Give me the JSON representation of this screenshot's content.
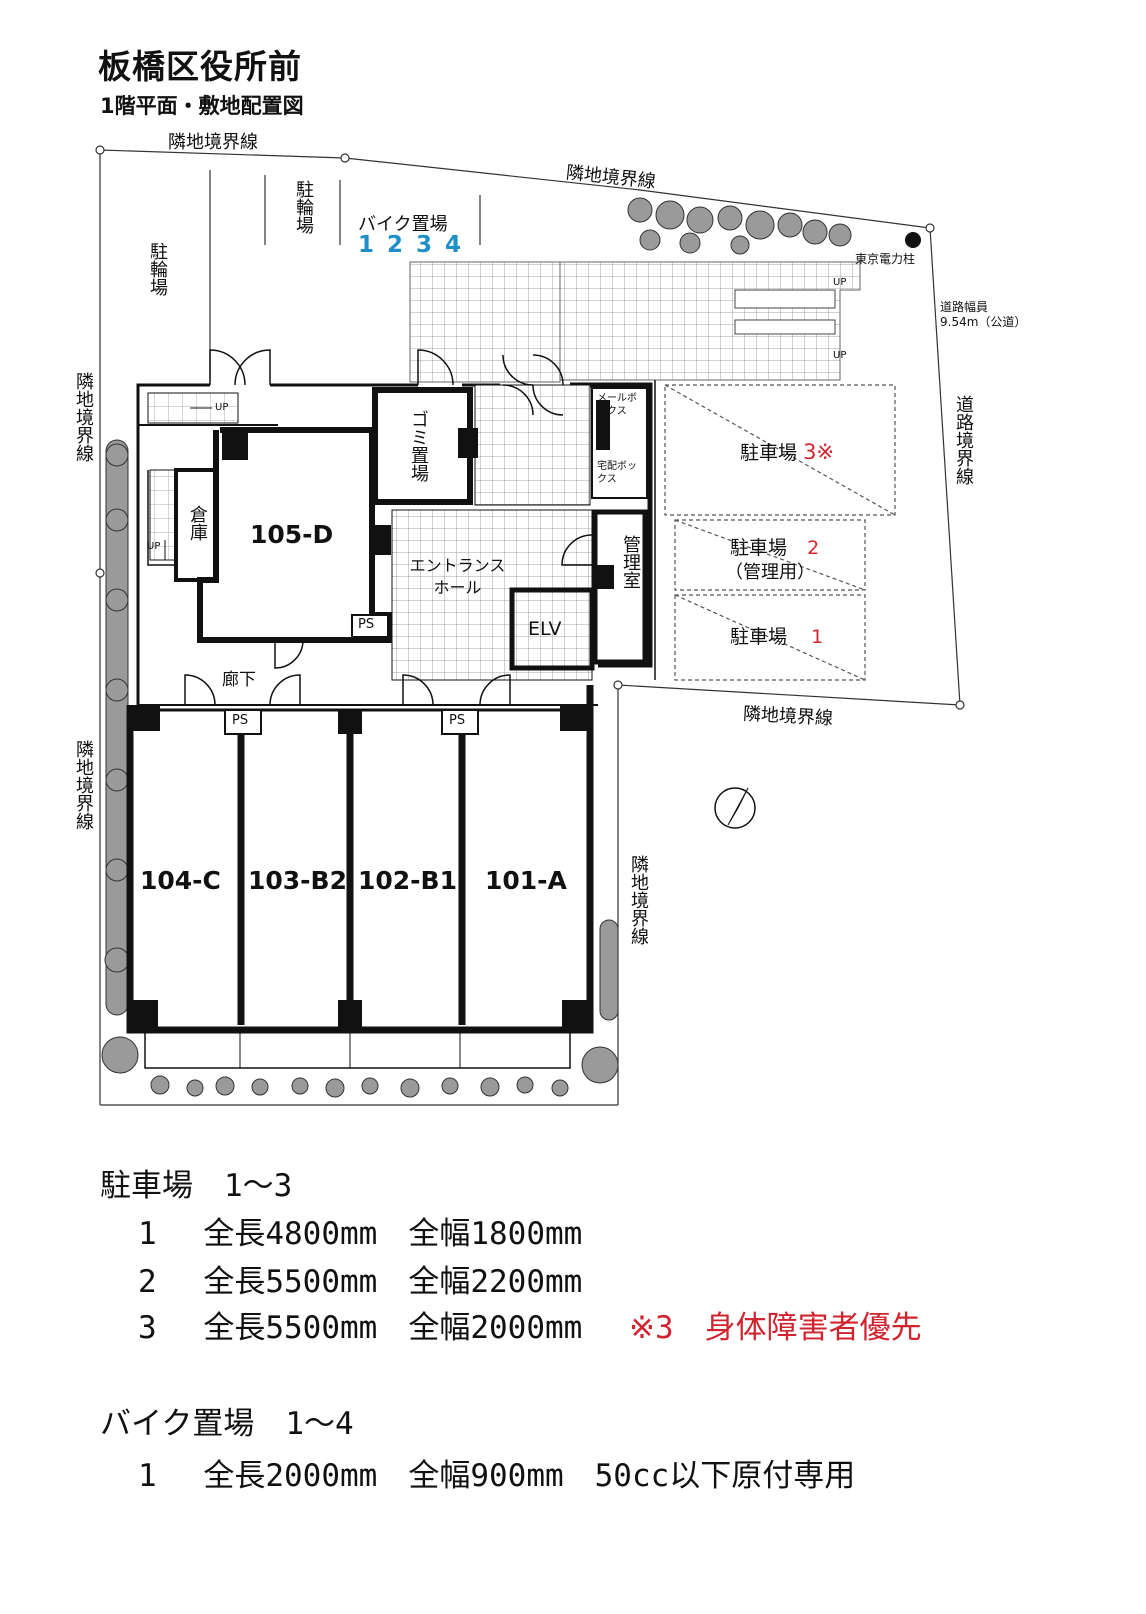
{
  "header": {
    "title": "板橋区役所前",
    "subtitle": "1階平面・敷地配置図"
  },
  "plan": {
    "boundary_labels": {
      "top_left": "隣地境界線",
      "top_right": "隣地境界線",
      "left_upper": "隣地境界線",
      "left_lower": "隣地境界線",
      "right_lower": "隣地境界線",
      "right_middle": "隣地境界線",
      "road": "道路境界線"
    },
    "bicycle_left": "駐輪場",
    "bicycle_top": "駐輪場",
    "bike_parking": {
      "label": "バイク置場",
      "numbers": [
        "1",
        "2",
        "3",
        "4"
      ]
    },
    "power_pole": "東京電力柱",
    "road_width_line1": "道路幅員",
    "road_width_line2": "9.54m（公道）",
    "up": "UP",
    "parking_spaces": [
      {
        "label": "駐車場",
        "number": "3※"
      },
      {
        "label": "駐車場",
        "sub": "（管理用）",
        "number": "2"
      },
      {
        "label": "駐車場",
        "number": "1"
      }
    ],
    "rooms": {
      "r105": "105-D",
      "r104": "104-C",
      "r103": "103-B2",
      "r102": "102-B1",
      "r101": "101-A",
      "storage": "倉庫",
      "garbage": "ゴミ置場",
      "entrance": "エントランスホール",
      "mailbox": "メールボックス",
      "delivery": "宅配ボックス",
      "office": "管理室",
      "elv": "ELV",
      "ps": "PS",
      "corridor": "廊下"
    }
  },
  "notes": {
    "parking_heading": "駐車場　1～3",
    "parking_rows": [
      {
        "num": "1",
        "text": "全長4800mm　全幅1800mm",
        "note": ""
      },
      {
        "num": "2",
        "text": "全長5500mm　全幅2200mm",
        "note": ""
      },
      {
        "num": "3",
        "text": "全長5500mm　全幅2000mm",
        "note": "※3　身体障害者優先"
      }
    ],
    "bike_heading": "バイク置場　1～4",
    "bike_rows": [
      {
        "num": "1",
        "text": "全長2000mm　全幅900mm　50cc以下原付専用"
      }
    ]
  },
  "colors": {
    "accent_red": "#d0252f",
    "accent_blue": "#1f8fc8",
    "wall": "#111111",
    "tree": "#9a9a9a"
  }
}
